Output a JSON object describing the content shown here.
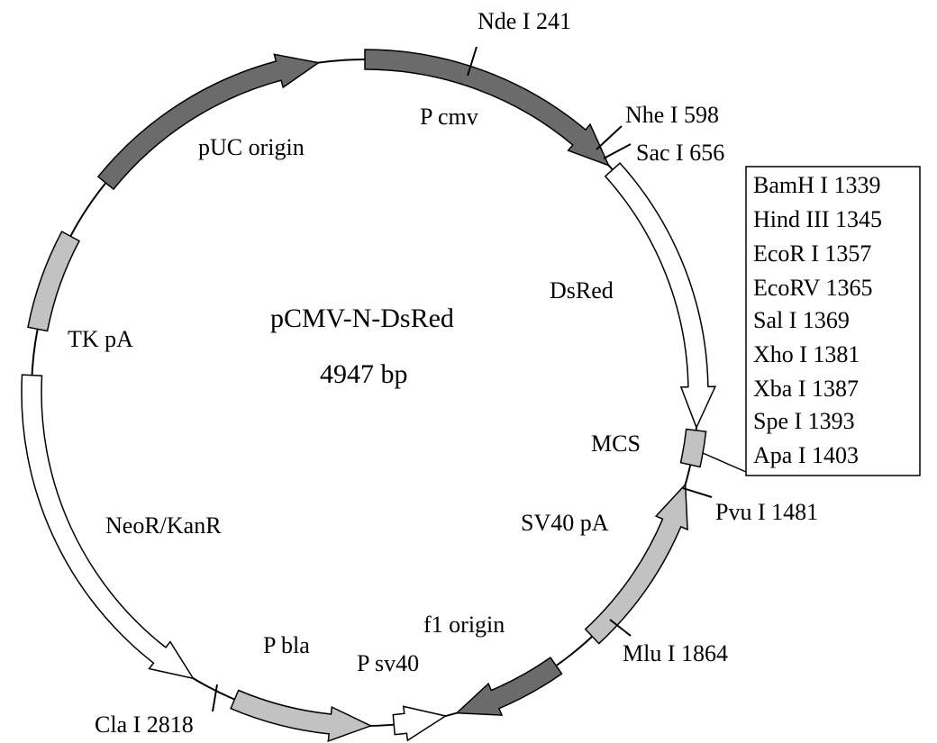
{
  "plasmid": {
    "name": "pCMV-N-DsRed",
    "size_label": "4947 bp"
  },
  "colors": {
    "dark": "#6b6b6b",
    "light": "#c2c2c2",
    "open": "#ffffff",
    "outline": "#000000"
  },
  "features": [
    {
      "label": "pUC origin",
      "fill": "dark"
    },
    {
      "label": "P cmv",
      "fill": "dark"
    },
    {
      "label": "DsRed",
      "fill": "open"
    },
    {
      "label": "MCS",
      "fill": "light"
    },
    {
      "label": "SV40 pA",
      "fill": "light"
    },
    {
      "label": "f1 origin",
      "fill": "dark"
    },
    {
      "label": "P sv40",
      "fill": "open"
    },
    {
      "label": "P bla",
      "fill": "light"
    },
    {
      "label": "NeoR/KanR",
      "fill": "open"
    },
    {
      "label": "TK pA",
      "fill": "light"
    }
  ],
  "sites": [
    {
      "label": "Nde I 241"
    },
    {
      "label": "Nhe I 598"
    },
    {
      "label": "Sac I 656"
    },
    {
      "label": "Pvu I 1481"
    },
    {
      "label": "Mlu I 1864"
    },
    {
      "label": "Cla I 2818"
    }
  ],
  "mcs_sites": [
    "BamH I 1339",
    "Hind III 1345",
    "EcoR I 1357",
    "EcoRV 1365",
    "Sal I 1369",
    "Xho I 1381",
    "Xba I 1387",
    "Spe I 1393",
    "Apa I 1403"
  ]
}
